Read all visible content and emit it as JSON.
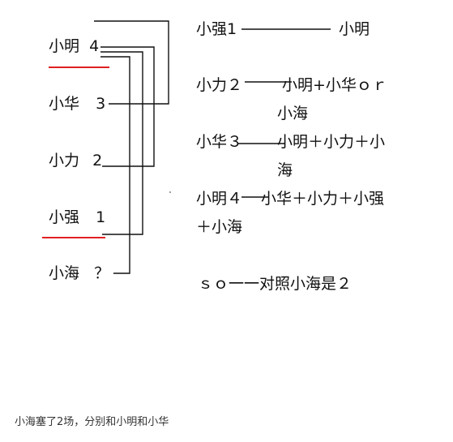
{
  "players": [
    {
      "name": "小明",
      "score": "4"
    },
    {
      "name": "小华",
      "score": "3"
    },
    {
      "name": "小力",
      "score": "2"
    },
    {
      "name": "小强",
      "score": "1"
    },
    {
      "name": "小海",
      "score": "？"
    }
  ],
  "notes": [
    "小强1",
    "小明",
    "小力２",
    "小明+小华ｏｒ",
    "小海",
    "小华３",
    "小明＋小力＋小",
    "海",
    "小明４",
    "小华＋小力＋小强",
    "＋小海",
    "ｓｏ一一对照小海是２"
  ],
  "caption": "小海塞了2场，分别和小明和小华",
  "colors": {
    "underline": "#e02020",
    "ink": "#111111"
  }
}
